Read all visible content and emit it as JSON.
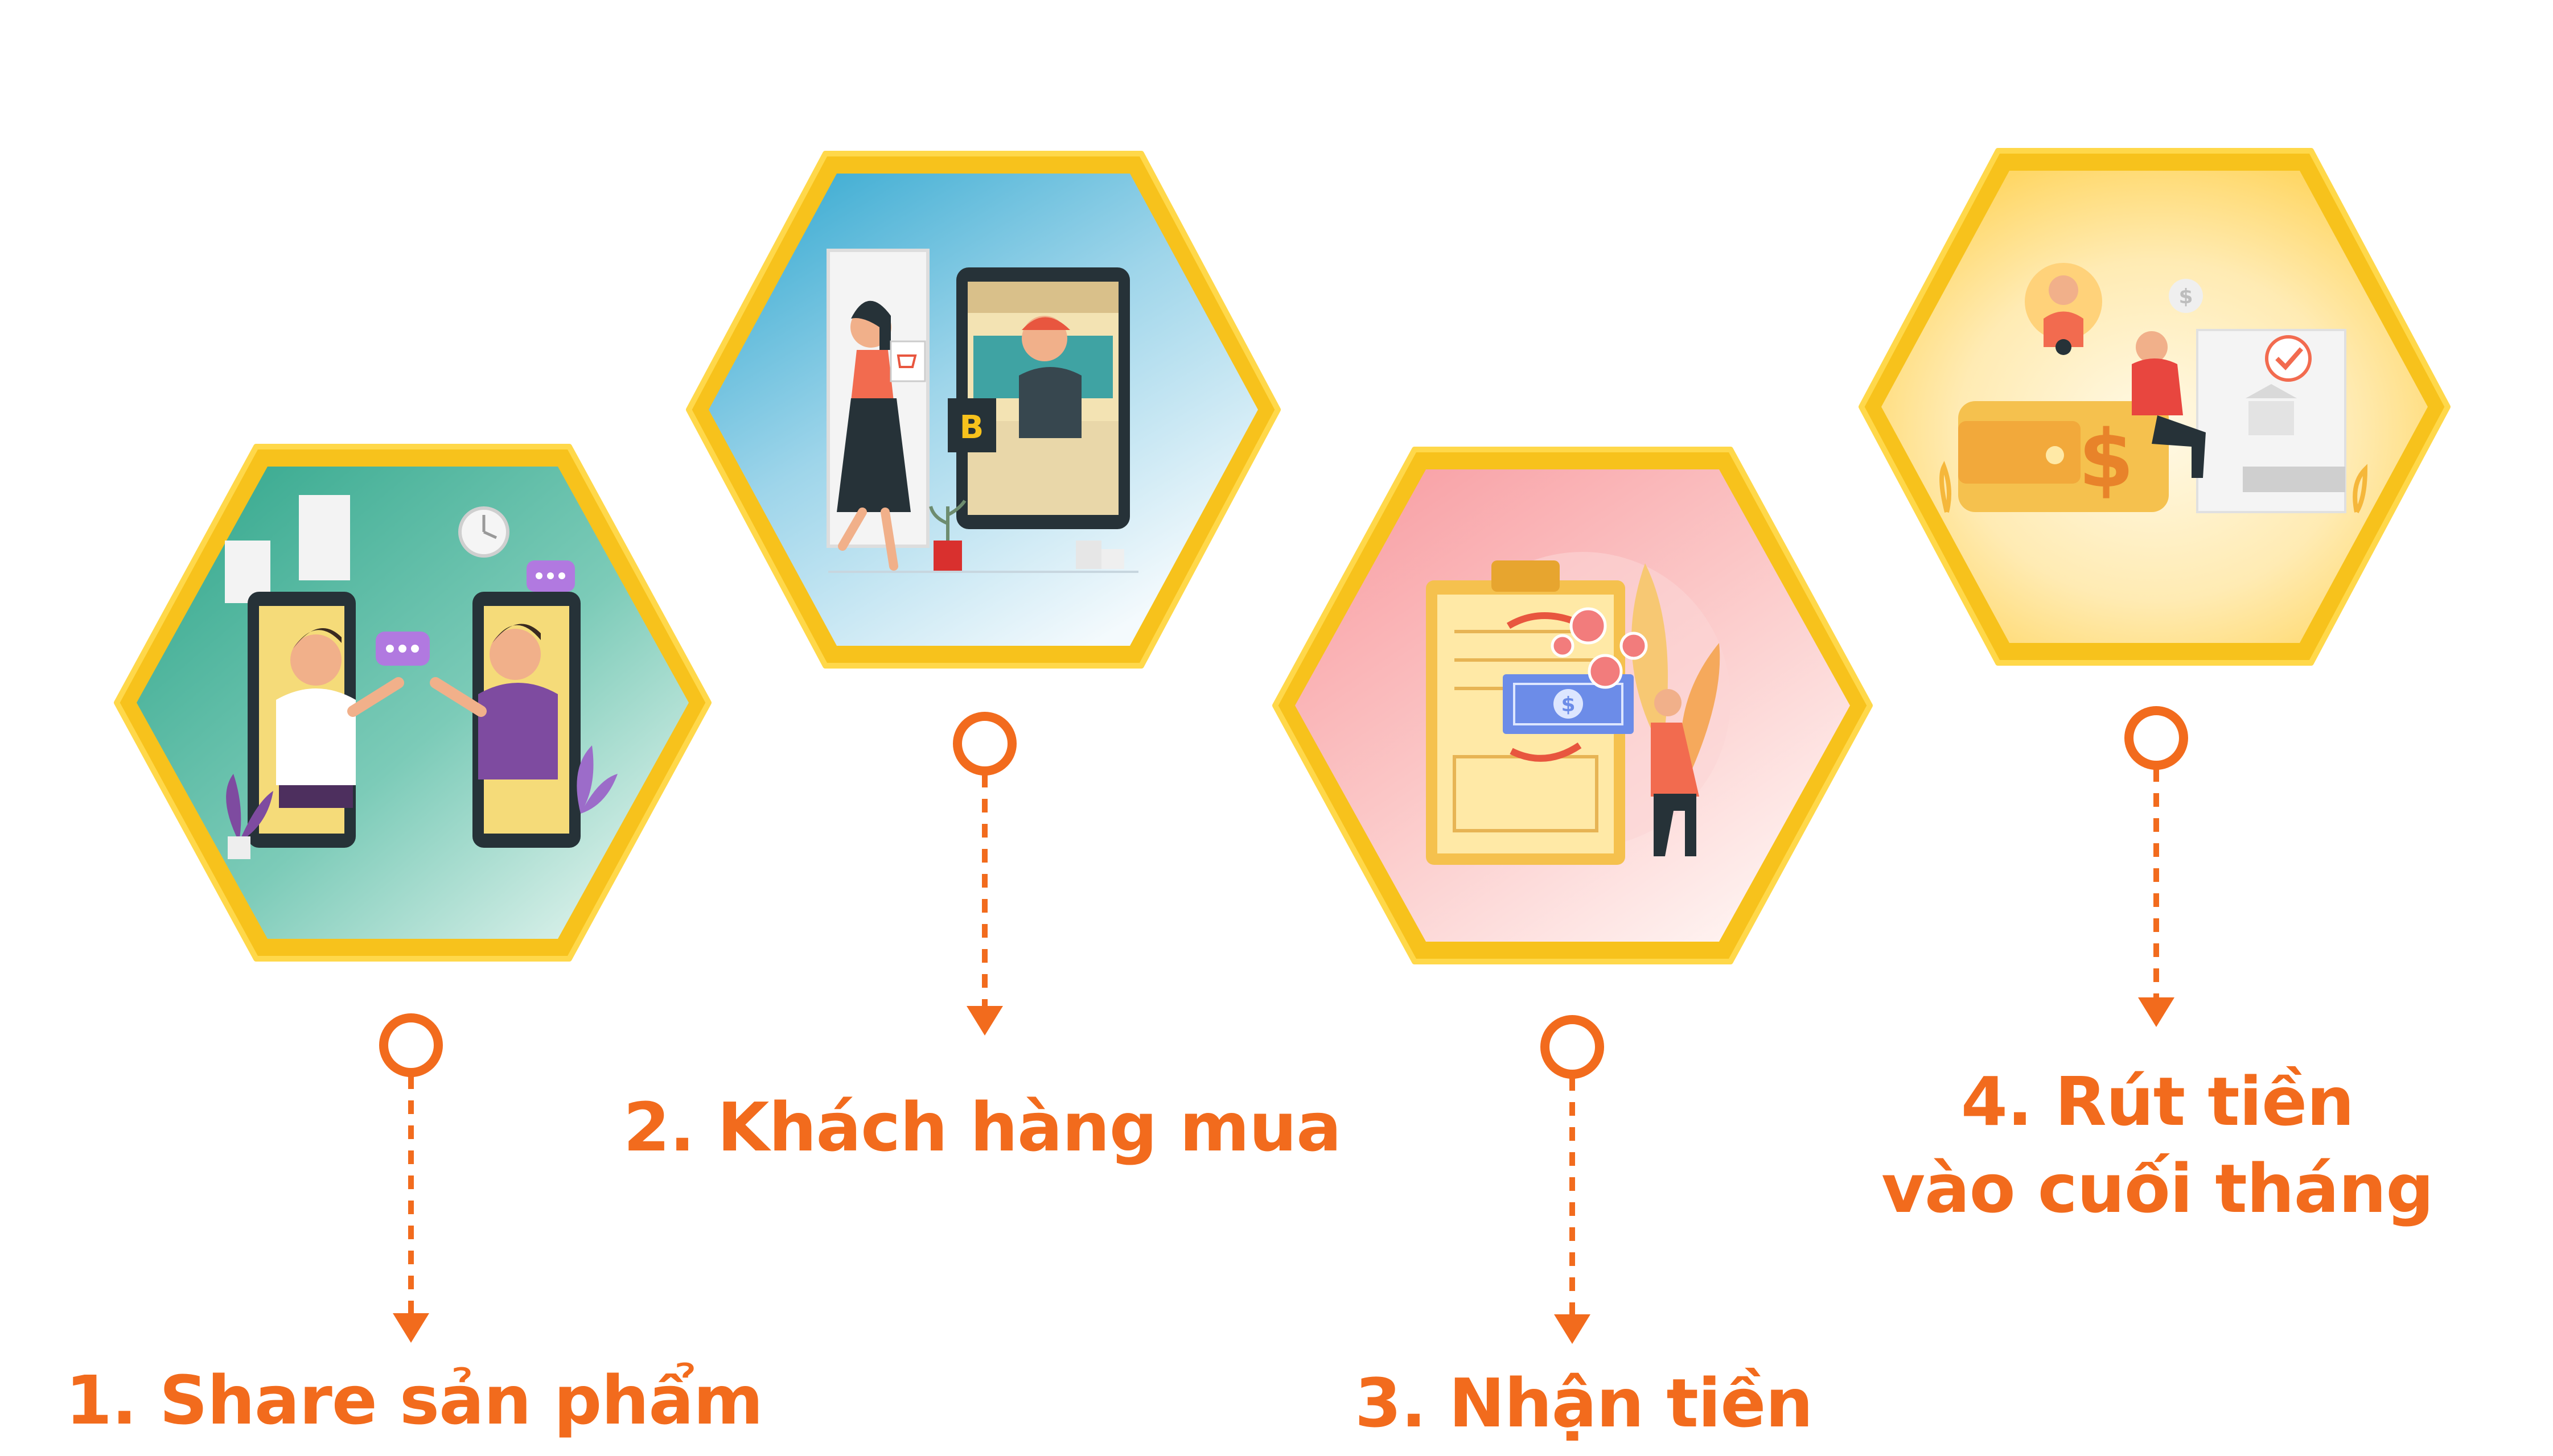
{
  "colors": {
    "accent": "#F26B1D",
    "hex_border": "#F7C21C",
    "hex_border_light": "#FFD84A",
    "background": "#FFFFFF"
  },
  "steps": [
    {
      "label": "1. Share sản phẩm",
      "illustration": "two-people-chatting-through-phone-screens",
      "icons": [
        "chat-bubble-icon",
        "clock-icon",
        "plant-icon"
      ]
    },
    {
      "label": "2. Khách hàng mua",
      "illustration": "customer-shopping-via-tablet-store",
      "icons": [
        "shopping-bag-icon",
        "cart-icon",
        "gift-box-icon"
      ]
    },
    {
      "label": "3. Nhận tiền",
      "illustration": "man-receiving-cash-with-clipboard",
      "icons": [
        "banknote-icon",
        "coin-icon",
        "clipboard-icon"
      ]
    },
    {
      "label_line1": "4. Rút tiền",
      "label_line2": "vào cuối tháng",
      "illustration": "withdraw-money-wallet-bank",
      "icons": [
        "wallet-icon",
        "bank-icon",
        "checkmark-icon",
        "coin-icon"
      ]
    }
  ]
}
